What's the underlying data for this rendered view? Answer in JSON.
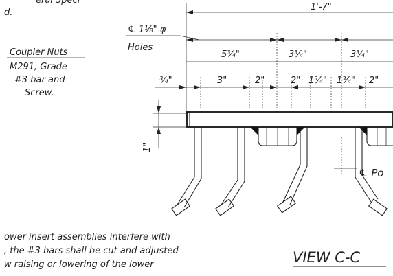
{
  "notes": {
    "top_left_line1": "eral Speci",
    "top_left_line2": "d.",
    "coupler_line1": "Coupler Nuts",
    "coupler_line2": "M291, Grade",
    "coupler_line3": "#3 bar and",
    "coupler_line4": "Screw.",
    "bottom_line1": "ower insert assemblies interfere with",
    "bottom_line2": ", the #3 bars shall be cut and adjusted",
    "bottom_line3": "w raising or lowering of the lower"
  },
  "dimensions": {
    "overall": "1'-7\"",
    "holes_line1": "℄ 1⅛\" φ",
    "holes_line2": "Holes",
    "d_5_3_4": "5¾\"",
    "d_3_3_4_a": "3¾\"",
    "d_3_3_4_b": "3¾\"",
    "d_3_4": "¾\"",
    "d_3": "3\"",
    "d_2_a": "2\"",
    "d_2_b": "2\"",
    "d_1_3_4_a": "1¾\"",
    "d_1_3_4_b": "1¾\"",
    "d_2_c": "2\"",
    "d_1": "1\"",
    "cl_po": "℄ Po"
  },
  "view_title": "VIEW C-C"
}
